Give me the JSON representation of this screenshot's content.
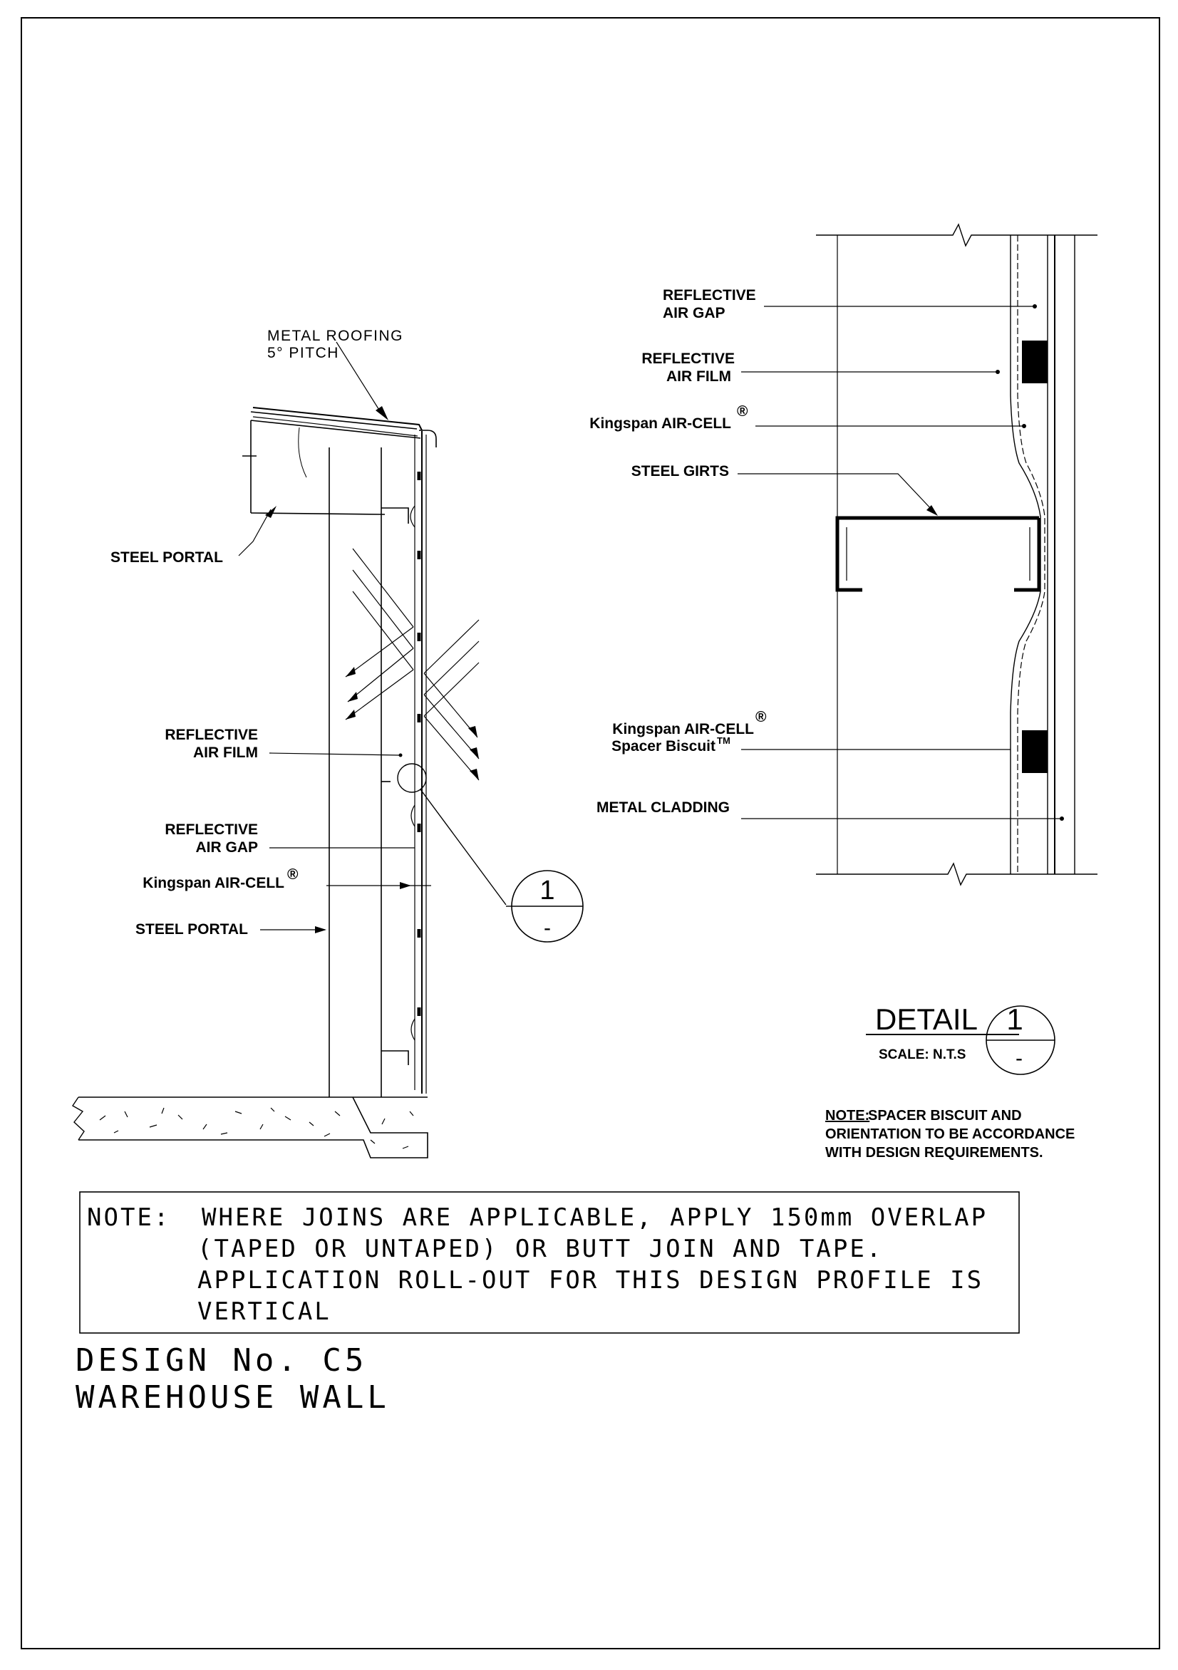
{
  "left_section": {
    "roof_label_line1": "METAL ROOFING",
    "roof_label_line2": "5° PITCH",
    "steel_portal_top": "STEEL PORTAL",
    "air_film_line1": "REFLECTIVE",
    "air_film_line2": "AIR FILM",
    "air_gap_line1": "REFLECTIVE",
    "air_gap_line2": "AIR GAP",
    "aircell": "Kingspan AIR-CELL",
    "aircell_mark": "®",
    "steel_portal_bottom": "STEEL PORTAL",
    "callout_number": "1",
    "callout_sheet": "-"
  },
  "detail_section": {
    "air_gap_line1": "REFLECTIVE",
    "air_gap_line2": "AIR GAP",
    "air_film_line1": "REFLECTIVE",
    "air_film_line2": "AIR FILM",
    "aircell": "Kingspan AIR-CELL",
    "aircell_mark": "®",
    "steel_girts": "STEEL GIRTS",
    "spacer_line1": "Kingspan AIR-CELL",
    "spacer_line1_mark": "®",
    "spacer_line2": "Spacer Biscuit",
    "spacer_line2_mark": "TM",
    "metal_cladding": "METAL CLADDING"
  },
  "detail_title": {
    "title": "DETAIL",
    "number": "1",
    "scale": "SCALE: N.T.S",
    "sheet": "-"
  },
  "detail_note": {
    "prefix": "NOTE:",
    "line1": " SPACER BISCUIT AND",
    "line2": "ORIENTATION TO BE ACCORDANCE",
    "line3": "WITH DESIGN REQUIREMENTS."
  },
  "general_note": {
    "label": "NOTE:",
    "line1": "WHERE JOINS ARE APPLICABLE, APPLY 150mm OVERLAP",
    "line2": "(TAPED OR UNTAPED) OR BUTT JOIN AND TAPE.",
    "line3": "APPLICATION ROLL-OUT FOR THIS DESIGN PROFILE IS",
    "line4": "VERTICAL"
  },
  "title_block": {
    "design_no": "DESIGN No. C5",
    "name": "WAREHOUSE WALL"
  }
}
